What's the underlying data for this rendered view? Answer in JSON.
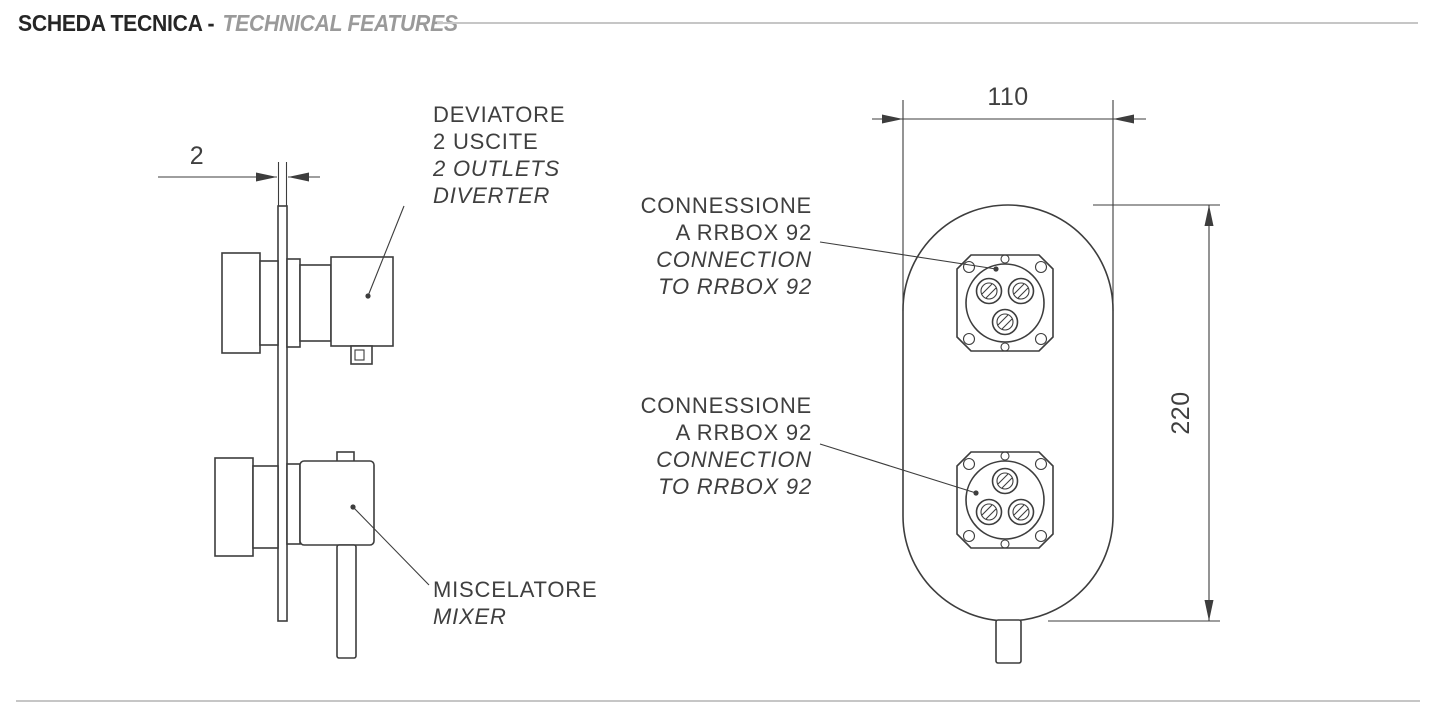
{
  "header": {
    "title_primary": "SCHEDA TECNICA -",
    "title_secondary": "TECHNICAL FEATURES"
  },
  "side_view": {
    "dim_plate_thickness": "2",
    "diverter_label": {
      "line1": "DEVIATORE",
      "line2": "2 USCITE",
      "line3": "2 OUTLETS",
      "line4": "DIVERTER"
    },
    "mixer_label": {
      "line1": "MISCELATORE",
      "line2": "MIXER"
    }
  },
  "front_view": {
    "dim_width": "110",
    "dim_height": "220",
    "connection_top": {
      "line1": "CONNESSIONE",
      "line2": "A RRBOX 92",
      "line3": "CONNECTION",
      "line4": "TO RRBOX 92"
    },
    "connection_bottom": {
      "line1": "CONNESSIONE",
      "line2": "A RRBOX 92",
      "line3": "CONNECTION",
      "line4": "TO RRBOX 92"
    }
  },
  "colors": {
    "line": "#3d3d3d",
    "title": "#262626",
    "subtitle": "#9a9a9a",
    "rule": "#c6c6c6"
  }
}
